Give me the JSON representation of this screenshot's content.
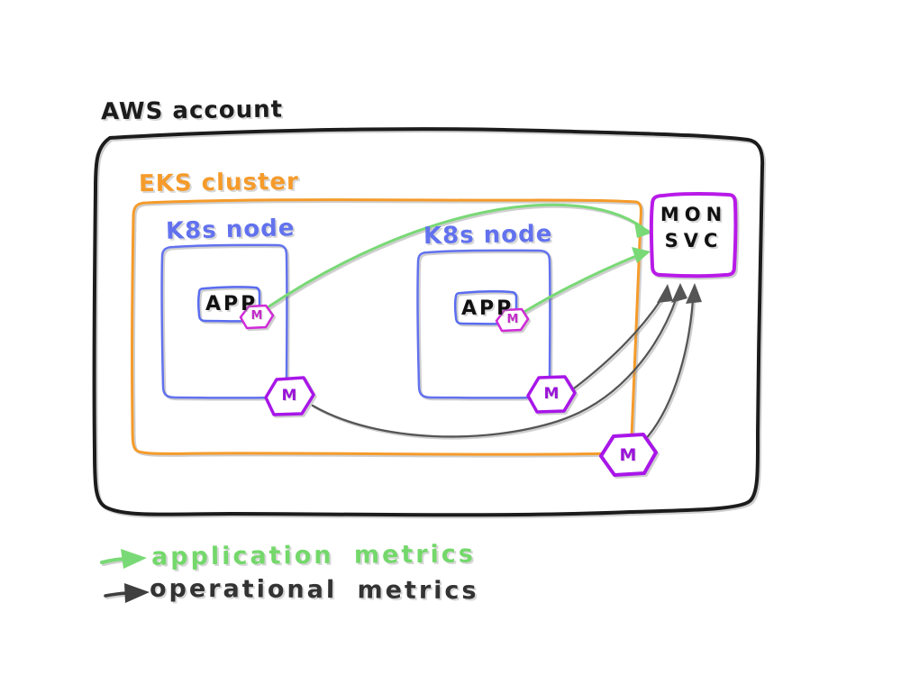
{
  "diagram": {
    "aws_account_label": "AWS account",
    "eks_cluster_label": "EKS cluster",
    "node1_label": "K8s node",
    "node2_label": "K8s node",
    "app1_label": "APP",
    "app2_label": "APP",
    "mon_svc_line1": "MON",
    "mon_svc_line2": "SVC",
    "metric_badge_letter": "M"
  },
  "legend": {
    "application_label": "application metrics",
    "operational_label": "operational metrics"
  },
  "colors": {
    "aws_border": "#1c1c1c",
    "eks_border": "#f59b2b",
    "node_border": "#6272ee",
    "app_border": "#5a6cf0",
    "mon_border": "#b81ae8",
    "badge_large": "#a816e8",
    "badge_small": "#d02bd8",
    "application_metrics": "#79d976",
    "operational_metrics": "#555555",
    "legend_operational_arrow": "#3f3f3f"
  }
}
